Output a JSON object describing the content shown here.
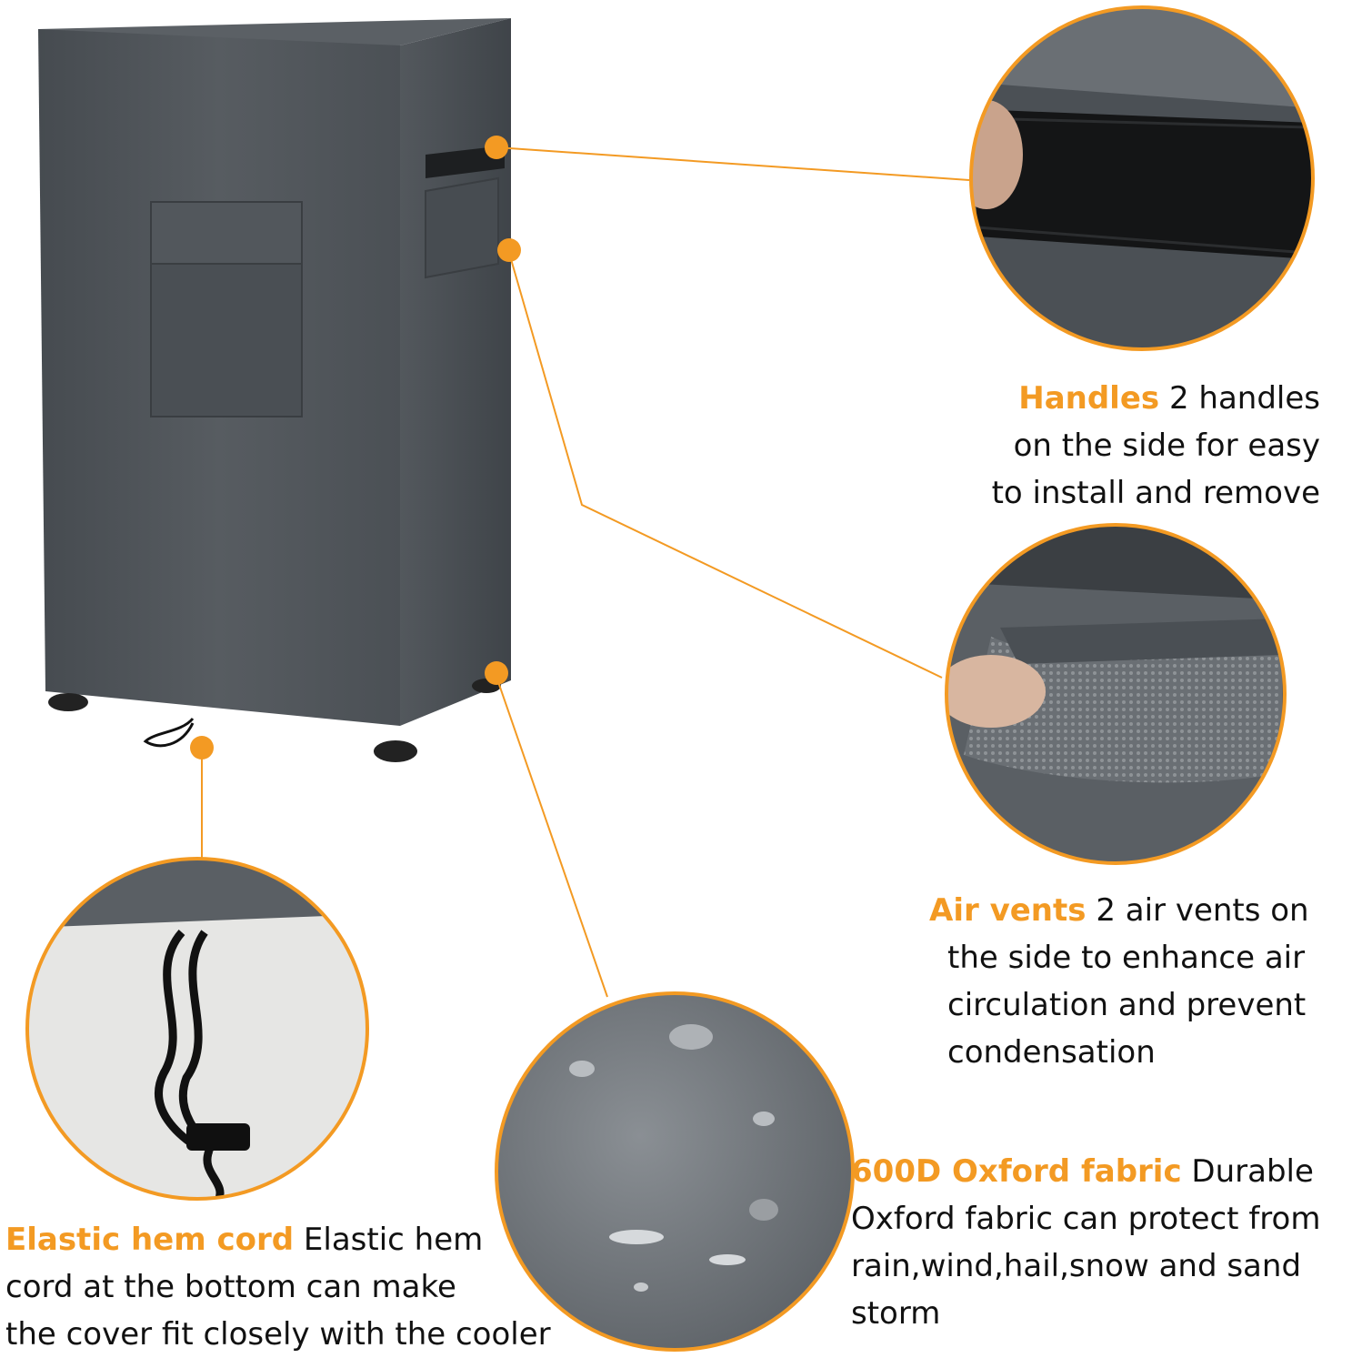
{
  "colors": {
    "accent": "#f39a23",
    "cover": "#4e5358",
    "text": "#111111",
    "background": "#ffffff"
  },
  "features": {
    "handles": {
      "title": "Handles",
      "line1": "2 handles",
      "line2": "on the side for easy",
      "line3": "to install and remove"
    },
    "air_vents": {
      "title": "Air vents",
      "line1": "2 air vents on",
      "line2": "the side to enhance air",
      "line3": "circulation and prevent",
      "line4": "condensation"
    },
    "fabric": {
      "title": "600D Oxford fabric",
      "line1": "Durable",
      "line2": "Oxford fabric can protect from",
      "line3": "rain,wind,hail,snow and sand",
      "line4": "storm"
    },
    "hem_cord": {
      "title": "Elastic hem cord",
      "line1": "Elastic hem",
      "line2": "cord at the bottom can make",
      "line3": "the cover fit closely with the cooler"
    }
  }
}
